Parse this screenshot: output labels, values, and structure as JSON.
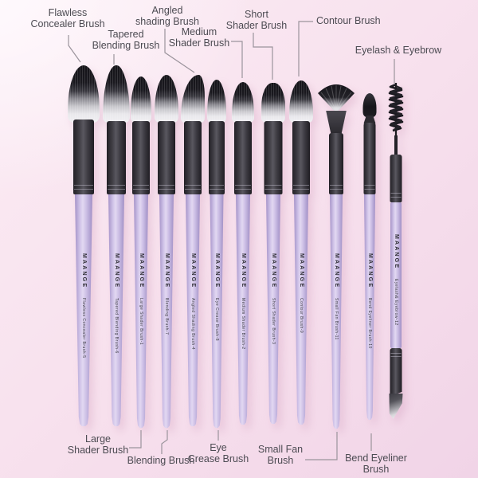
{
  "colors": {
    "background_top_left": "#fdf5f9",
    "background_mid": "#f8e2ee",
    "background_bottom_right": "#f1d4e7",
    "label_text": "#4c4b52",
    "leader_line": "#9b949c",
    "handle_lavender": "#c9bbe3",
    "ferrule_dark": "#3b393f",
    "bristle_tip_black": "#17161a",
    "bristle_base_white": "#f1f0f3"
  },
  "callouts": {
    "flawless": {
      "line1": "Flawless",
      "line2": "Concealer Brush"
    },
    "tapered": {
      "line1": "Tapered",
      "line2": "Blending Brush"
    },
    "angled": {
      "line1": "Angled",
      "line2": "shading Brush"
    },
    "medium": {
      "line1": "Medium",
      "line2": "Shader Brush"
    },
    "short": {
      "line1": "Short",
      "line2": "Shader Brush"
    },
    "contour": {
      "line1": "Contour Brush"
    },
    "eyelash": {
      "line1": "Eyelash & Eyebrow"
    },
    "large": {
      "line1": "Large",
      "line2": "Shader Brush"
    },
    "blending": {
      "line1": "Blending Brush"
    },
    "eye_crease": {
      "line1": "Eye",
      "line2": "Crease Brush"
    },
    "small_fan": {
      "line1": "Small Fan",
      "line2": "Brush"
    },
    "bend_eyeliner": {
      "line1": "Bend Eyeliner",
      "line2": "Brush"
    }
  },
  "brushes": [
    {
      "brand": "MAANGE",
      "model": "Flawless Concealer Brush-5"
    },
    {
      "brand": "MAANGE",
      "model": "Tapered Blending Brush-6"
    },
    {
      "brand": "MAANGE",
      "model": "Large Shader Brush-1"
    },
    {
      "brand": "MAANGE",
      "model": "Blending Brush-7"
    },
    {
      "brand": "MAANGE",
      "model": "Angled Shading Brush-4"
    },
    {
      "brand": "MAANGE",
      "model": "Eye Crease Brush-8"
    },
    {
      "brand": "MAANGE",
      "model": "Medium Shader Brush-2"
    },
    {
      "brand": "MAANGE",
      "model": "Short Shader Brush-3"
    },
    {
      "brand": "MAANGE",
      "model": "Contour Brush-9"
    },
    {
      "brand": "MAANGE",
      "model": "Small Fan Brush-11"
    },
    {
      "brand": "MAANGE",
      "model": "Bend Eyeliner Brush-10"
    },
    {
      "brand": "MAANGE",
      "model": "Eyelash& Eyebrow-12"
    }
  ]
}
